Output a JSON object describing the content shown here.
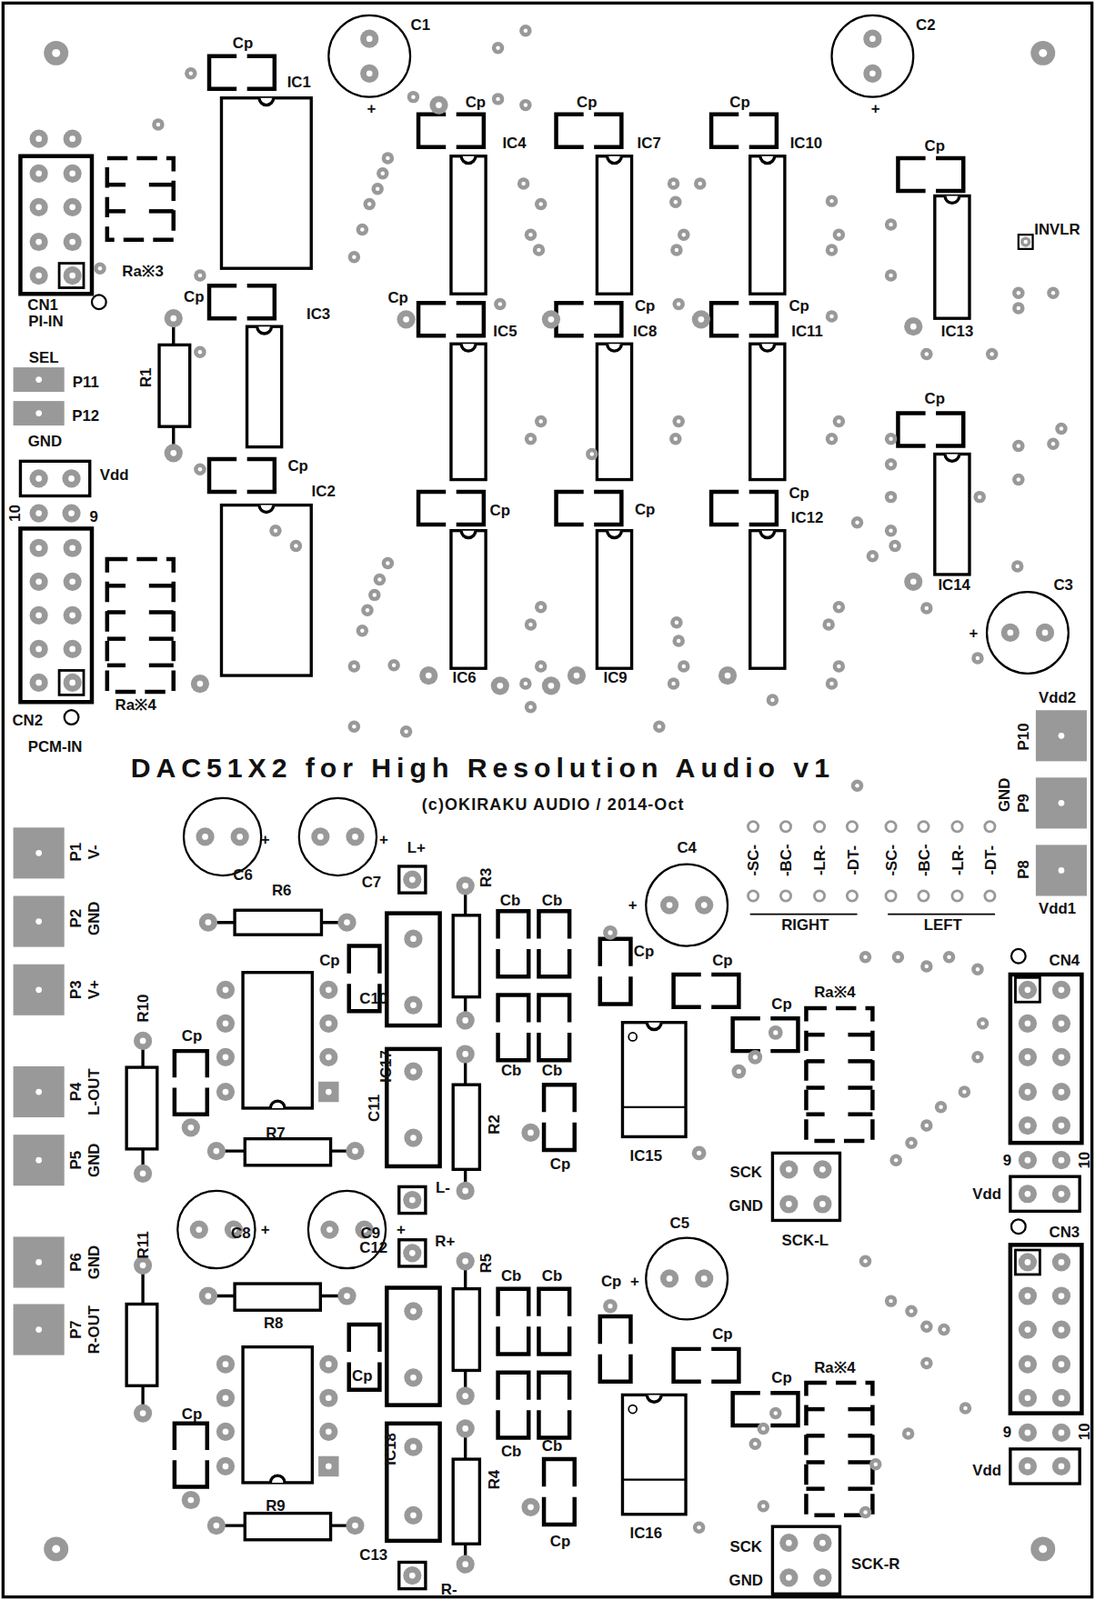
{
  "diagram": {
    "title": "DAC51X2 for High Resolution Audio v1",
    "labels": [
      "Cp",
      "IC1",
      "C1",
      "+",
      "C2",
      "+",
      "Cp",
      "IC4",
      "Cp",
      "IC7",
      "Cp",
      "IC10",
      "Cp",
      "INVLR",
      "Ra※3",
      "CN1",
      "PI-IN",
      "Cp",
      "IC3",
      "R1",
      "SEL",
      "P11",
      "P12",
      "GND",
      "Cp",
      "IC5",
      "Cp",
      "IC8",
      "Cp",
      "IC11",
      "IC13",
      "Cp",
      "Vdd",
      "10",
      "9",
      "Cp",
      "IC2",
      "Cp",
      "Cp",
      "Cp",
      "IC12",
      "IC14",
      "C3",
      "+",
      "Ra※4",
      "CN2",
      "PCM-IN",
      "IC6",
      "IC9",
      "Vdd2",
      "P10",
      "GND",
      "P9",
      "P8",
      "Vdd1",
      "(c)OKIRAKU AUDIO / 2014-Oct",
      "-SC-",
      "-BC-",
      "-LR-",
      "-DT-",
      "-SC-",
      "-BC-",
      "-LR-",
      "-DT-",
      "RIGHT",
      "LEFT",
      "P1",
      "V-",
      "P2",
      "GND",
      "P3",
      "V+",
      "P4",
      "L-OUT",
      "P5",
      "GND",
      "P6",
      "GND",
      "P7",
      "R-OUT",
      "R10",
      "R11",
      "C6",
      "+",
      "C7",
      "+",
      "L+",
      "R3",
      "Cb",
      "Cb",
      "R6",
      "Cp",
      "C10",
      "IC17",
      "C4",
      "+",
      "Cp",
      "Cp",
      "Cp",
      "Ra※4",
      "CN4",
      "Cp",
      "C11",
      "R2",
      "Cb",
      "Cb",
      "R7",
      "Cp",
      "IC15",
      "SCK",
      "GND",
      "SCK-L",
      "9",
      "10",
      "Vdd",
      "C8",
      "+",
      "C9",
      "+",
      "L-",
      "R+",
      "C12",
      "R5",
      "Cb",
      "Cb",
      "C5",
      "Cp",
      "+",
      "R8",
      "CN3",
      "Cp",
      "Cp",
      "Cp",
      "Ra※4",
      "Cp",
      "IC18",
      "Cb",
      "Cb",
      "R4",
      "9",
      "10",
      "Vdd",
      "IC16",
      "Cp",
      "R9",
      "C13",
      "R-",
      "SCK",
      "GND",
      "SCK-R"
    ]
  }
}
